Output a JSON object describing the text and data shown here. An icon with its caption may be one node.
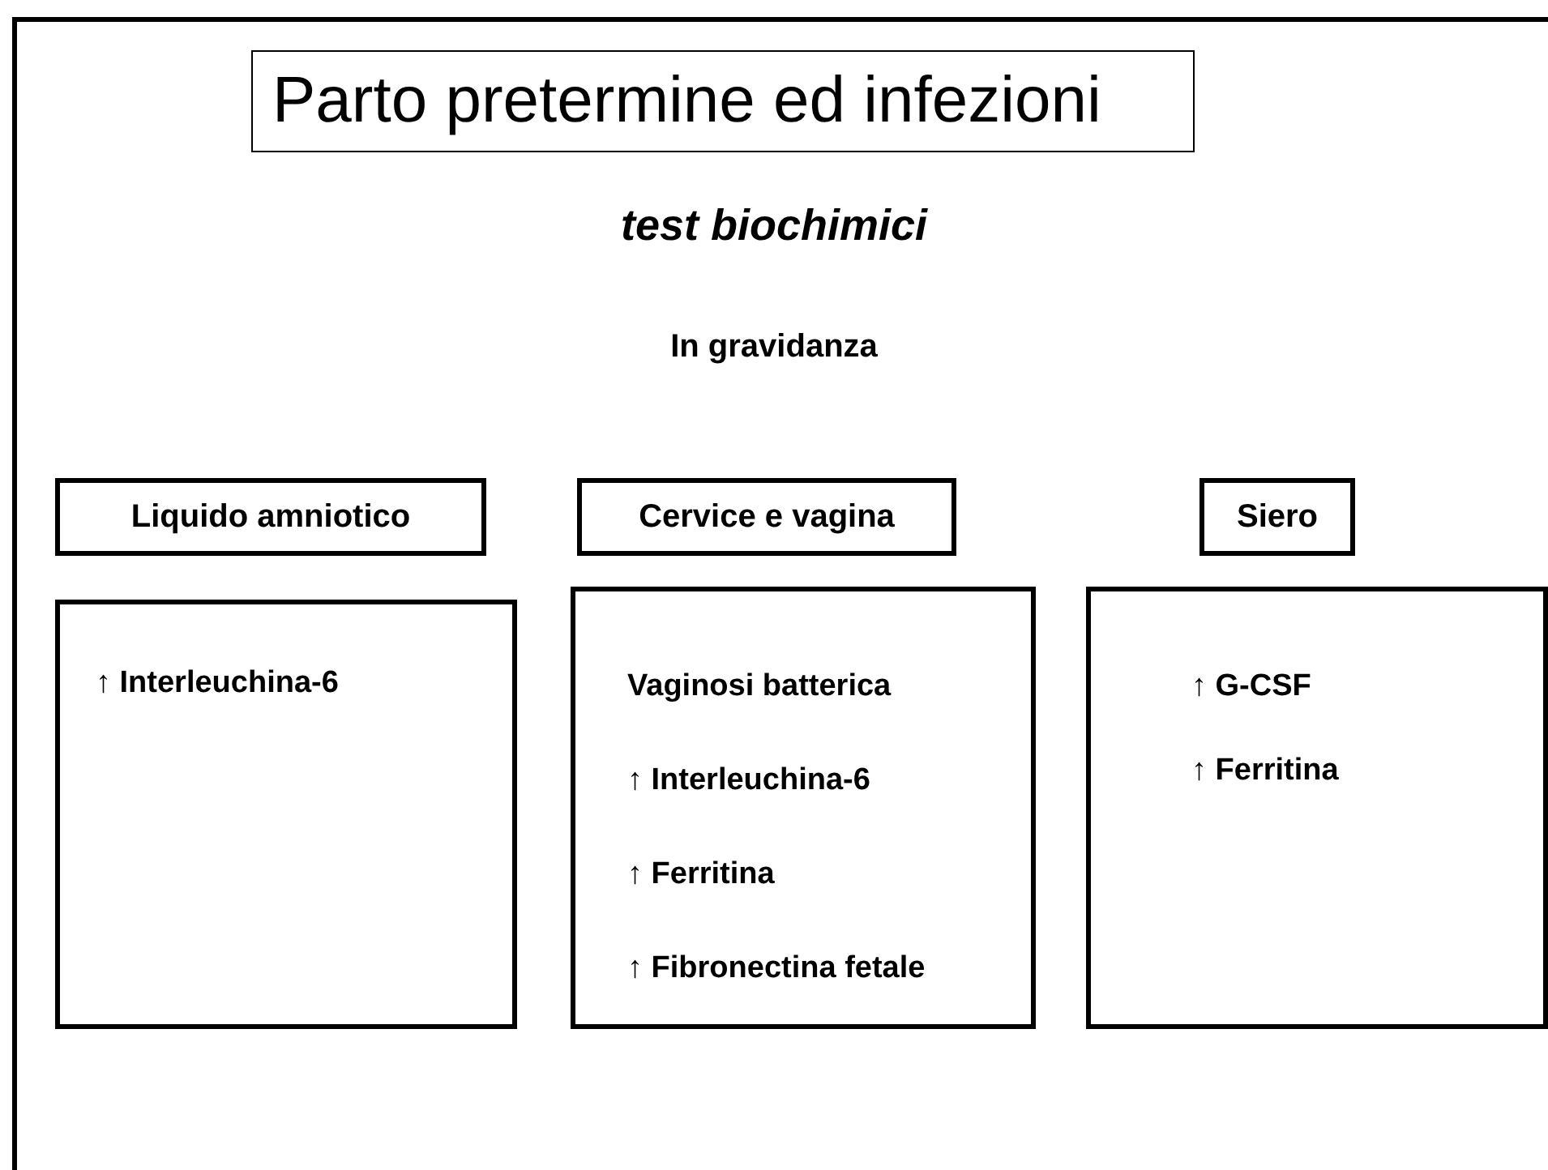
{
  "diagram": {
    "title": "Parto pretermine ed infezioni",
    "nodes": [
      {
        "text": [
          "Liquido amniotico"
        ]
      },
      {
        "text": [
          "Cervice e vagina"
        ]
      },
      {
        "text": [
          "Siero"
        ]
      },
      {
        "text": [
          "↑ Interleuchina-6"
        ]
      },
      {
        "text": [
          "Vaginosi batterica",
          "↑ Interleuchina-6",
          "↑ Ferritina",
          "↑ Fibronectina fetale"
        ]
      },
      {
        "text": [
          "↑ G-CSF",
          "↑ Ferritina"
        ]
      }
    ],
    "edges": [],
    "labels": [
      "test biochimici",
      "In gravidanza"
    ]
  }
}
